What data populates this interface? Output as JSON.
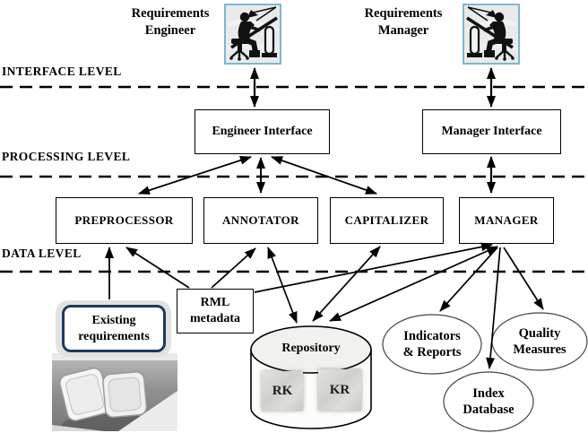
{
  "colors": {
    "icon_border": "#7db6d2",
    "existing_box_border": "#1e3a5f",
    "line_color": "#000000",
    "repository_fill": "#f1f1ef"
  },
  "actors": {
    "engineer": {
      "line1": "Requirements",
      "line2": "Engineer",
      "icon": "engineer-at-drafting-table"
    },
    "manager": {
      "line1": "Requirements",
      "line2": "Manager",
      "icon": "manager-at-drafting-table"
    }
  },
  "levels": {
    "interface": "INTERFACE LEVEL",
    "processing": "PROCESSING LEVEL",
    "data": "DATA LEVEL"
  },
  "interfaces": {
    "engineer": "Engineer Interface",
    "manager": "Manager Interface"
  },
  "processes": {
    "preprocessor": "PREPROCESSOR",
    "annotator": "ANNOTATOR",
    "capitalizer": "CAPITALIZER",
    "manager": "MANAGER"
  },
  "data_stores": {
    "rml": {
      "line1": "RML",
      "line2": "metadata"
    },
    "existing": {
      "line1": "Existing",
      "line2": "requirements"
    },
    "repository": {
      "label": "Repository",
      "items": [
        {
          "label": "RK"
        },
        {
          "label": "KR"
        }
      ]
    },
    "indicators": {
      "line1": "Indicators",
      "line2": "& Reports"
    },
    "quality": {
      "line1": "Quality",
      "line2": "Measures"
    },
    "index": {
      "line1": "Index",
      "line2": "Database"
    }
  }
}
